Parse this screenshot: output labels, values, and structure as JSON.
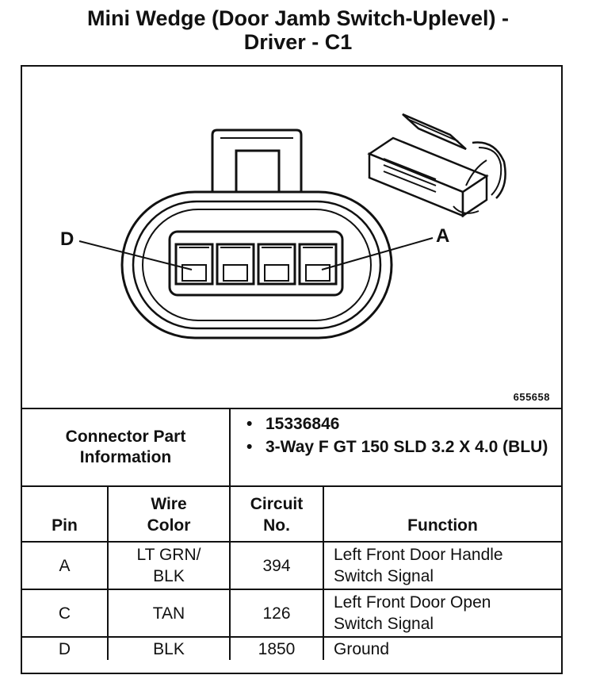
{
  "title": {
    "line1": "Mini Wedge (Door Jamb Switch-Uplevel) -",
    "line2": "Driver - C1"
  },
  "figure": {
    "label_left": "D",
    "label_right": "A",
    "figure_id": "655658"
  },
  "connector_info": {
    "label_line1": "Connector Part",
    "label_line2": "Information",
    "items": [
      "15336846",
      "3-Way F GT 150 SLD 3.2 X 4.0 (BLU)"
    ]
  },
  "table": {
    "headers": {
      "pin": "Pin",
      "wire_color_l1": "Wire",
      "wire_color_l2": "Color",
      "circuit_l1": "Circuit",
      "circuit_l2": "No.",
      "function": "Function"
    },
    "rows": [
      {
        "pin": "A",
        "wire_l1": "LT GRN/",
        "wire_l2": "BLK",
        "circuit": "394",
        "func_l1": "Left Front Door Handle",
        "func_l2": "Switch Signal"
      },
      {
        "pin": "C",
        "wire_l1": "TAN",
        "wire_l2": "",
        "circuit": "126",
        "func_l1": "Left Front Door Open",
        "func_l2": "Switch Signal"
      },
      {
        "pin": "D",
        "wire_l1": "BLK",
        "wire_l2": "",
        "circuit": "1850",
        "func_l1": "Ground",
        "func_l2": ""
      }
    ]
  }
}
